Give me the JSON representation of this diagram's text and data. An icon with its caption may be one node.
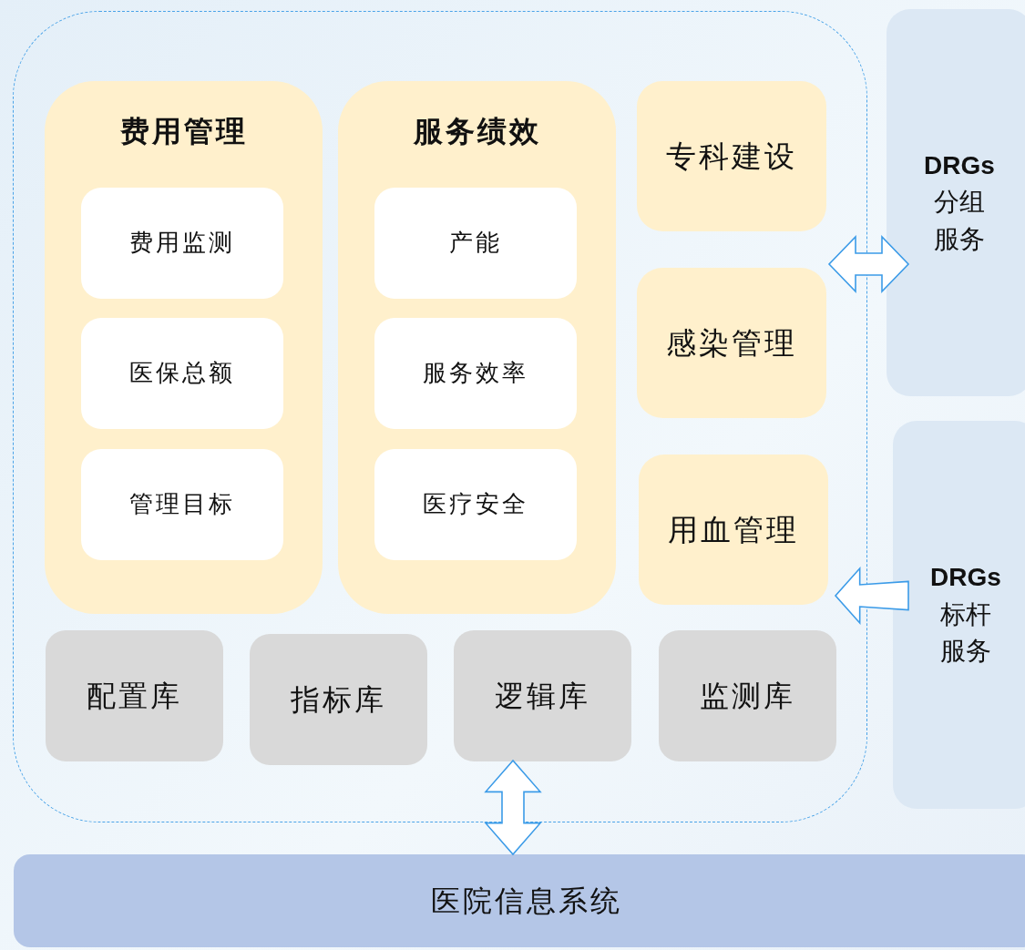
{
  "diagram": {
    "nodes": [
      {
        "text": [],
        "shape": "box"
      },
      {
        "text": [
          "费用管理"
        ],
        "in": 0
      },
      {
        "text": [
          "费用监测"
        ],
        "in": 1
      },
      {
        "text": [
          "医保总额"
        ],
        "in": 1
      },
      {
        "text": [
          "管理目标"
        ],
        "in": 1
      },
      {
        "text": [
          "服务绩效"
        ],
        "in": 0
      },
      {
        "text": [
          "产能"
        ],
        "in": 5
      },
      {
        "text": [
          "服务效率"
        ],
        "in": 5
      },
      {
        "text": [
          "医疗安全"
        ],
        "in": 5
      },
      {
        "text": [
          "专科建设"
        ],
        "in": 0
      },
      {
        "text": [
          "感染管理"
        ],
        "in": 0
      },
      {
        "text": [
          "用血管理"
        ],
        "in": 0
      },
      {
        "text": [
          "配置库"
        ],
        "in": 0
      },
      {
        "text": [
          "指标库"
        ],
        "in": 0
      },
      {
        "text": [
          "逻辑库"
        ],
        "in": 0
      },
      {
        "text": [
          "监测库"
        ],
        "in": 0
      },
      {
        "text": [
          "**DRGs**分组服务"
        ]
      },
      {
        "text": [
          "**DRGs**标杆服务"
        ]
      },
      {
        "text": [
          "医院信息系统"
        ]
      }
    ],
    "edges": [
      {
        "from": 0,
        "to": 16,
        "arrow": "both"
      },
      {
        "from": 17,
        "to": 0,
        "arrow": "to"
      },
      {
        "from": 14,
        "to": 18,
        "arrow": "both"
      }
    ]
  }
}
